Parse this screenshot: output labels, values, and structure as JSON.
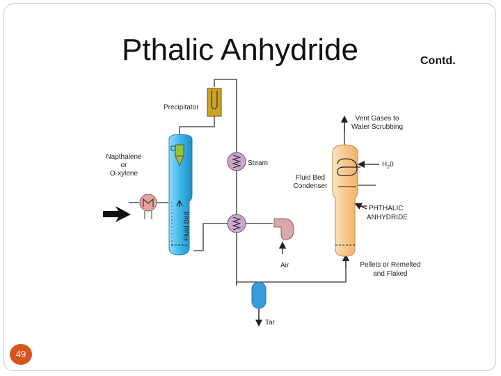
{
  "slide": {
    "title": "Pthalic Anhydride",
    "title_suffix": "Contd.",
    "page_number": "49"
  },
  "diagram": {
    "labels": {
      "precipitator": "Precipitator",
      "feed_line1": "Napthalene",
      "feed_line2": "or",
      "feed_line3": "O-xylene",
      "fluid_bed": "Fluid Bed",
      "steam": "Steam",
      "air": "Air",
      "tar": "Tar",
      "vent_line1": "Vent Gases to",
      "vent_line2": "Water Scrubbing",
      "h2o_main": "H",
      "h2o_sub": "2",
      "h2o_end": "0",
      "condenser_line1": "Fluid Bed",
      "condenser_line2": "Condenser",
      "product_line1": "PHTHALIC",
      "product_line2": "ANHYDRIDE",
      "pellets_line1": "Pellets or Remelted",
      "pellets_line2": "and Flaked"
    },
    "colors": {
      "reactor": "#3cb6e6",
      "condenser": "#f8d2a0",
      "exchanger": "#cfa5cf",
      "precipitator": "#c9a326",
      "blower": "#d9a8a8",
      "tar_tank": "#3a9bdc",
      "line": "#333333"
    }
  }
}
